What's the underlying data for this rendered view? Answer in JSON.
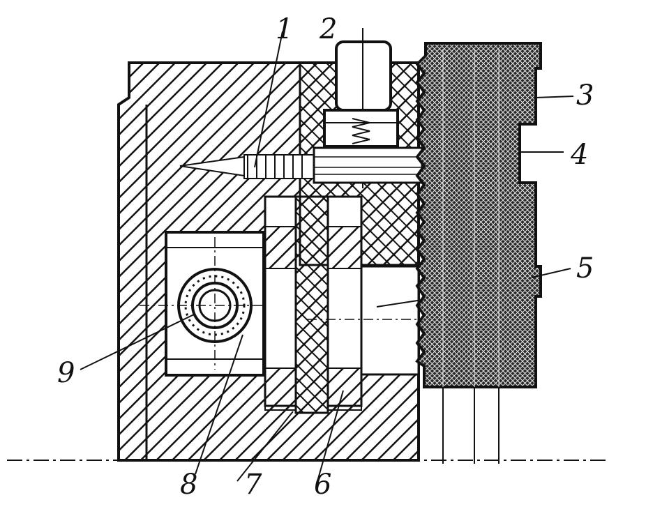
{
  "figure": {
    "callouts": {
      "c1": "1",
      "c2": "2",
      "c3": "3",
      "c4": "4",
      "c5": "5",
      "c6": "6",
      "c7": "7",
      "c8": "8",
      "c9": "9"
    }
  },
  "colors": {
    "ink": "#111111",
    "paper": "#ffffff"
  }
}
